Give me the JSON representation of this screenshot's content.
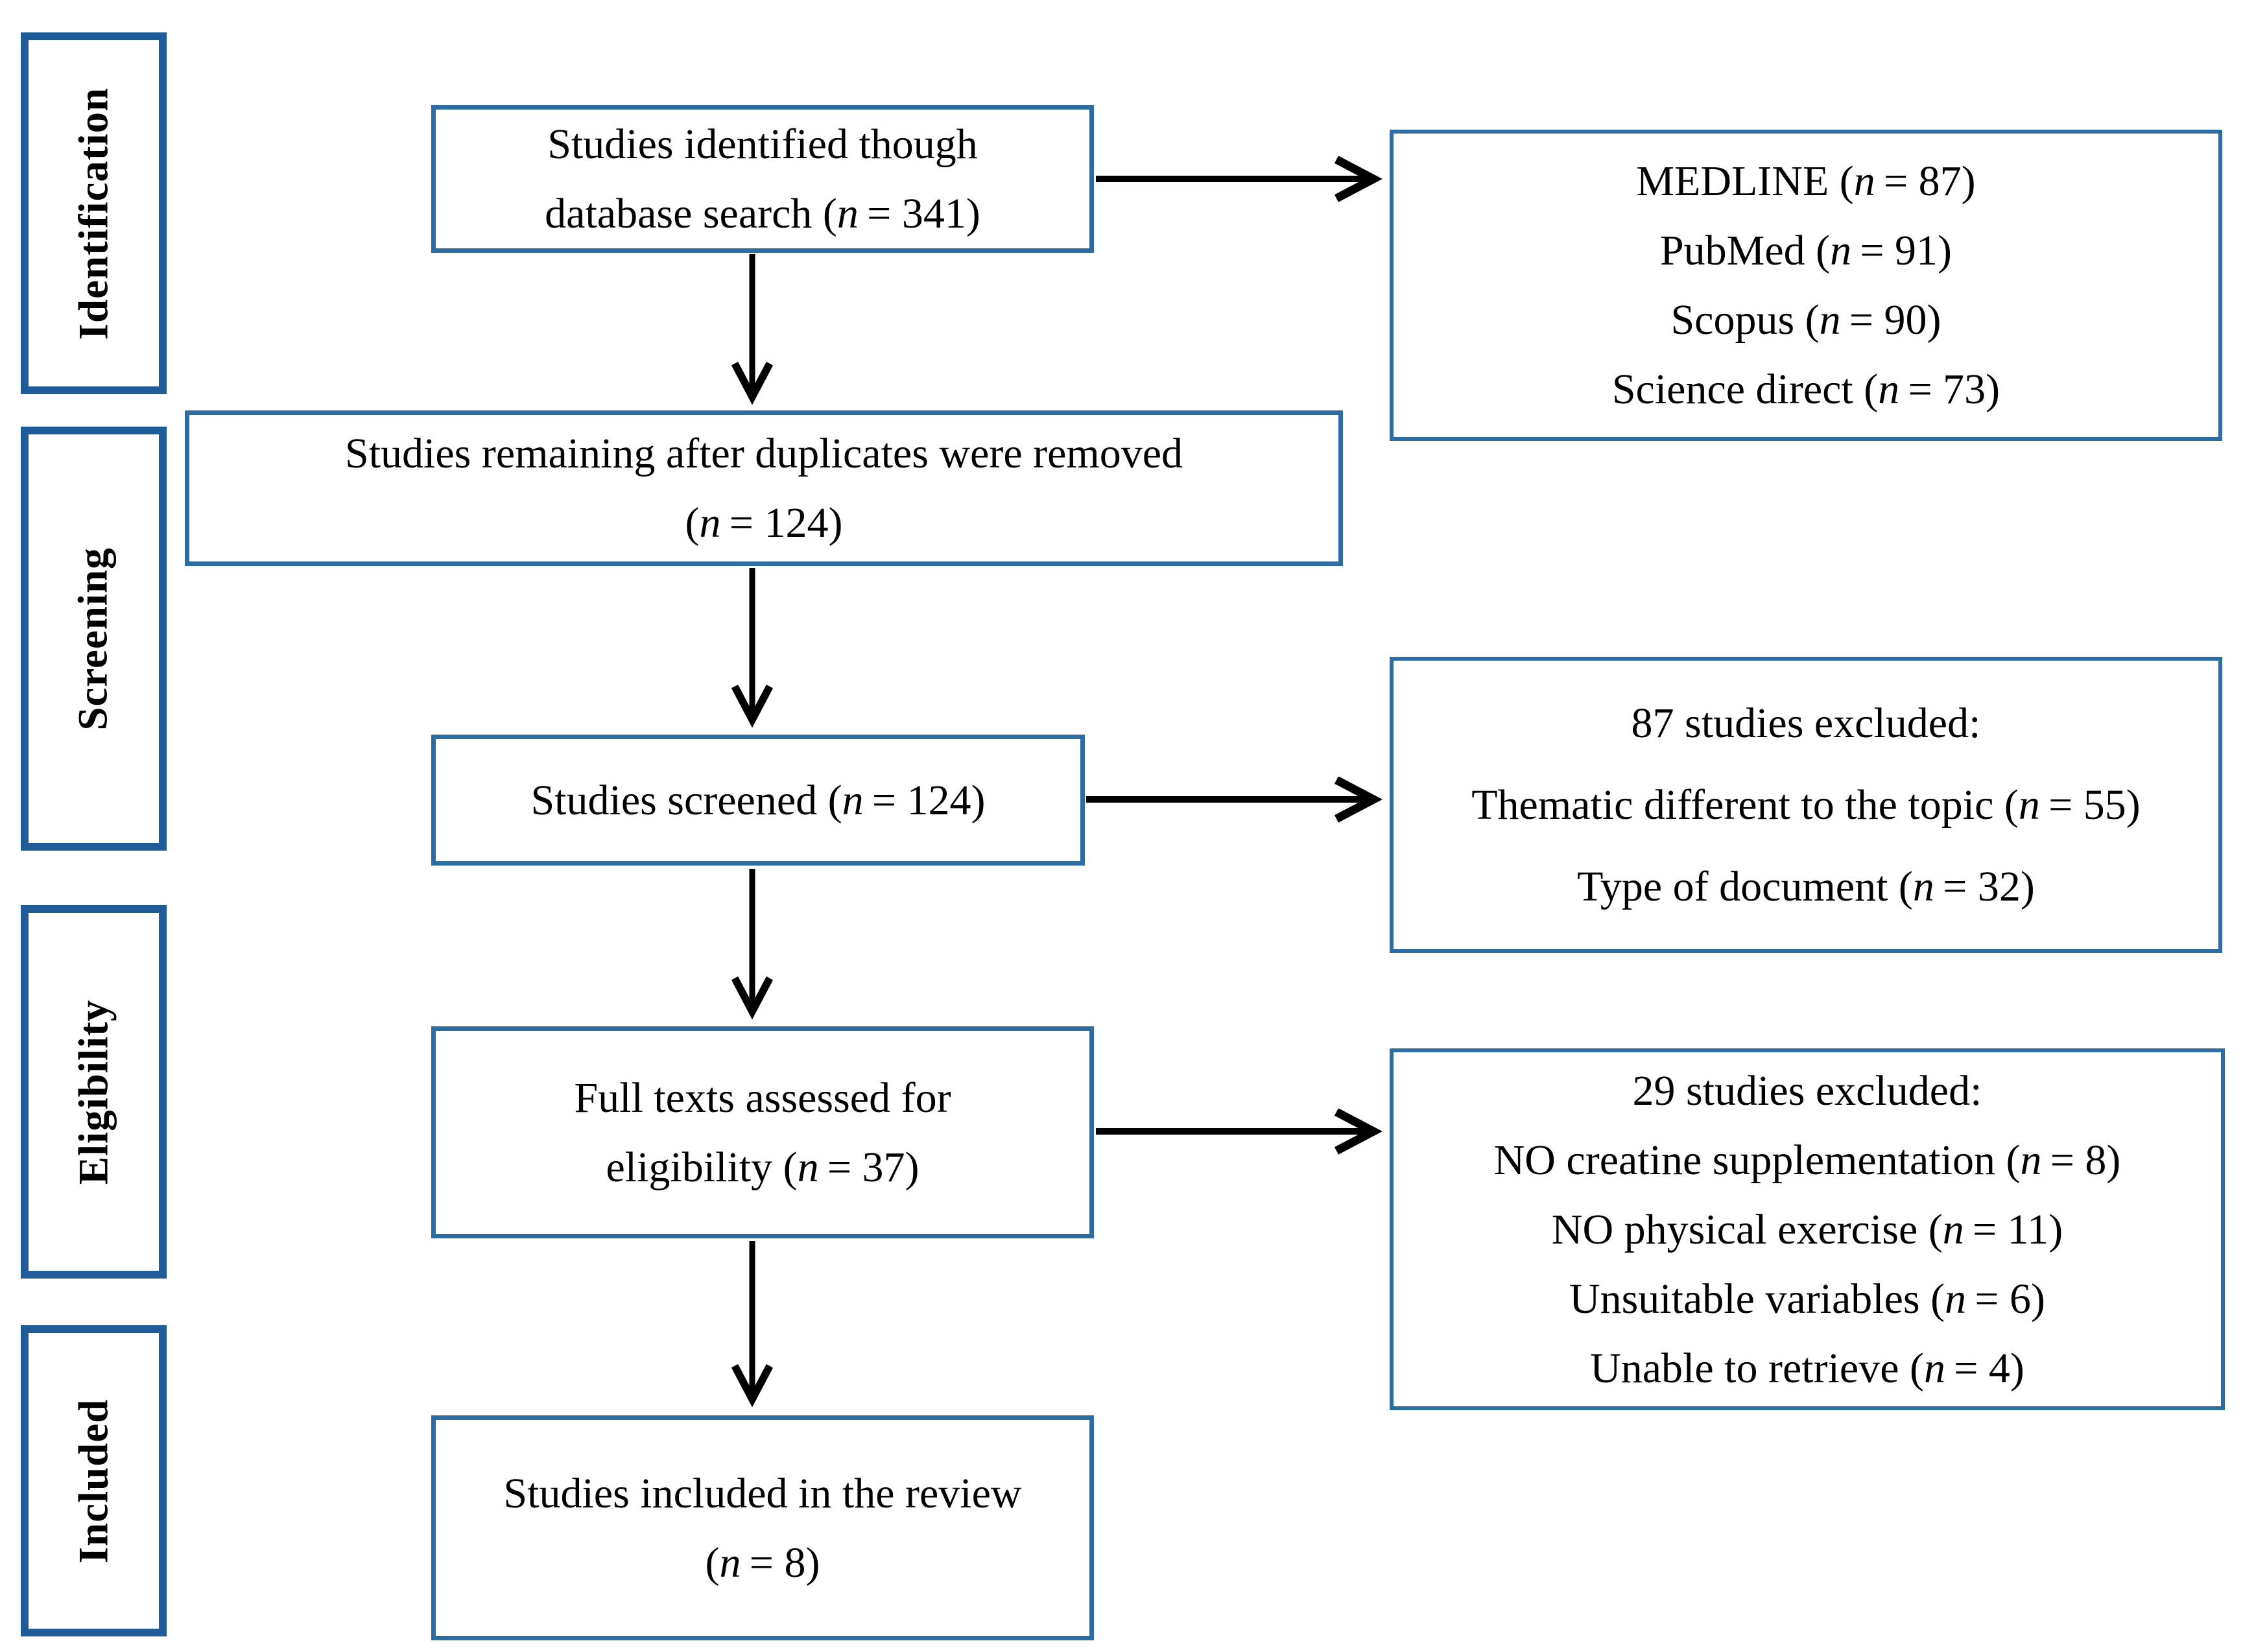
{
  "diagram": {
    "kind": "prisma-flow-diagram",
    "stages": [
      {
        "label": "Identification"
      },
      {
        "label": "Screening"
      },
      {
        "label": "Eligibility"
      },
      {
        "label": "Included"
      }
    ],
    "flow": {
      "identified": {
        "lines": [
          "Studies identified though",
          "database search (n = 341)"
        ]
      },
      "duplicates_removed": {
        "lines": [
          "Studies remaining after duplicates were removed",
          "(n = 124)"
        ]
      },
      "screened": {
        "lines": [
          "Studies screened (n = 124)"
        ]
      },
      "full_text": {
        "lines": [
          "Full texts assessed for",
          "eligibility (n = 37)"
        ]
      },
      "included": {
        "lines": [
          "Studies included in the review",
          "(n = 8)"
        ]
      }
    },
    "side": {
      "databases": {
        "lines": [
          "MEDLINE (n = 87)",
          "PubMed (n = 91)",
          "Scopus (n = 90)",
          "Science direct (n = 73)"
        ]
      },
      "excluded_screening": {
        "lines": [
          "87 studies excluded:",
          "Thematic different to the topic (n = 55)",
          "Type of document (n = 32)"
        ]
      },
      "excluded_eligibility": {
        "lines": [
          "29 studies excluded:",
          "NO creatine supplementation (n = 8)",
          "NO physical exercise (n = 11)",
          "Unsuitable variables (n = 6)",
          "Unable to retrieve (n = 4)"
        ]
      }
    },
    "colors": {
      "box_border": "#2e6da4",
      "stage_border": "#1f5c99",
      "arrow": "#000000",
      "background": "#ffffff",
      "text": "#000000"
    }
  }
}
